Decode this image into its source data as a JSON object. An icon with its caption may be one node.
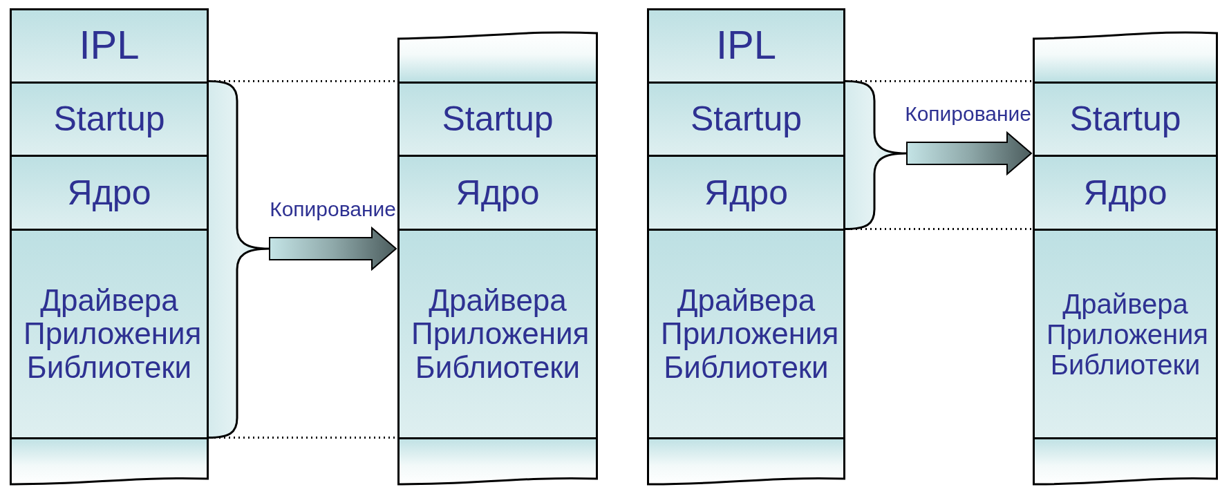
{
  "diagram": {
    "nodes": [
      {
        "text": [],
        "shape": "box"
      },
      {
        "text": [
          "IPL"
        ],
        "in": 0
      },
      {
        "text": [
          "Startup"
        ],
        "in": 0
      },
      {
        "text": [
          "Ядро"
        ],
        "in": 0
      },
      {
        "text": [
          "Драйвера Приложения Библиотеки"
        ],
        "in": 0
      },
      {
        "text": [],
        "shape": "box",
        "in": 0
      },
      {
        "text": [],
        "shape": "brace"
      },
      {
        "text": [],
        "shape": "box"
      },
      {
        "text": [],
        "shape": "box",
        "in": 7
      },
      {
        "text": [
          "Startup"
        ],
        "in": 7
      },
      {
        "text": [
          "Ядро"
        ],
        "in": 7
      },
      {
        "text": [
          "Драйвера Приложения Библиотеки"
        ],
        "in": 7
      },
      {
        "text": [],
        "shape": "box",
        "in": 7
      },
      {
        "text": [],
        "shape": "box"
      },
      {
        "text": [
          "IPL"
        ],
        "in": 13
      },
      {
        "text": [
          "Startup"
        ],
        "in": 13
      },
      {
        "text": [
          "Ядро"
        ],
        "in": 13
      },
      {
        "text": [
          "Драйвера Приложения Библиотеки"
        ],
        "in": 13
      },
      {
        "text": [],
        "shape": "box",
        "in": 13
      },
      {
        "text": [],
        "shape": "brace"
      },
      {
        "text": [],
        "shape": "box"
      },
      {
        "text": [],
        "shape": "box",
        "in": 20
      },
      {
        "text": [
          "Startup"
        ],
        "in": 20
      },
      {
        "text": [
          "Ядро"
        ],
        "in": 20
      },
      {
        "text": [
          "Драйвера Приложения Библиотеки"
        ],
        "in": 20
      },
      {
        "text": [],
        "shape": "box",
        "in": 20
      }
    ],
    "edges": [
      {
        "from": 6,
        "to": 7,
        "arrow": "to",
        "label": "Копирование"
      },
      {
        "from": 19,
        "to": 20,
        "arrow": "to",
        "label": "Копирование"
      }
    ]
  }
}
